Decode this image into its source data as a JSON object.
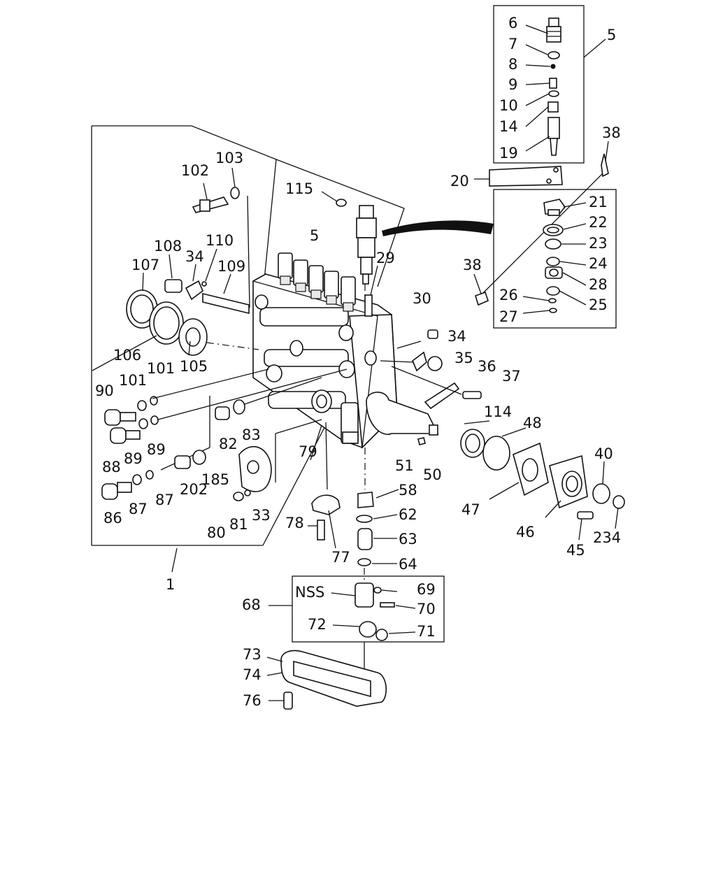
{
  "diagram": {
    "labels": [
      {
        "id": "l6",
        "text": "6"
      },
      {
        "id": "l7",
        "text": "7"
      },
      {
        "id": "l8",
        "text": "8"
      },
      {
        "id": "l9",
        "text": "9"
      },
      {
        "id": "l10",
        "text": "10"
      },
      {
        "id": "l14",
        "text": "14"
      },
      {
        "id": "l19",
        "text": "19"
      },
      {
        "id": "l5a",
        "text": "5"
      },
      {
        "id": "l20",
        "text": "20"
      },
      {
        "id": "l38a",
        "text": "38"
      },
      {
        "id": "l21",
        "text": "21"
      },
      {
        "id": "l22",
        "text": "22"
      },
      {
        "id": "l23",
        "text": "23"
      },
      {
        "id": "l24",
        "text": "24"
      },
      {
        "id": "l28",
        "text": "28"
      },
      {
        "id": "l25",
        "text": "25"
      },
      {
        "id": "l26",
        "text": "26"
      },
      {
        "id": "l27",
        "text": "27"
      },
      {
        "id": "l38b",
        "text": "38"
      },
      {
        "id": "l102",
        "text": "102"
      },
      {
        "id": "l103",
        "text": "103"
      },
      {
        "id": "l115",
        "text": "115"
      },
      {
        "id": "l5b",
        "text": "5"
      },
      {
        "id": "l29",
        "text": "29"
      },
      {
        "id": "l108",
        "text": "108"
      },
      {
        "id": "l34a",
        "text": "34"
      },
      {
        "id": "l110",
        "text": "110"
      },
      {
        "id": "l107",
        "text": "107"
      },
      {
        "id": "l109",
        "text": "109"
      },
      {
        "id": "l30",
        "text": "30"
      },
      {
        "id": "l34b",
        "text": "34"
      },
      {
        "id": "l35",
        "text": "35"
      },
      {
        "id": "l36",
        "text": "36"
      },
      {
        "id": "l37",
        "text": "37"
      },
      {
        "id": "l106",
        "text": "106"
      },
      {
        "id": "l105",
        "text": "105"
      },
      {
        "id": "l101a",
        "text": "101"
      },
      {
        "id": "l101b",
        "text": "101"
      },
      {
        "id": "l90",
        "text": "90"
      },
      {
        "id": "l89a",
        "text": "89"
      },
      {
        "id": "l88",
        "text": "88"
      },
      {
        "id": "l89b",
        "text": "89"
      },
      {
        "id": "l82",
        "text": "82"
      },
      {
        "id": "l83",
        "text": "83"
      },
      {
        "id": "l79",
        "text": "79"
      },
      {
        "id": "l114",
        "text": "114"
      },
      {
        "id": "l48",
        "text": "48"
      },
      {
        "id": "l51",
        "text": "51"
      },
      {
        "id": "l50",
        "text": "50"
      },
      {
        "id": "l40",
        "text": "40"
      },
      {
        "id": "l185",
        "text": "185"
      },
      {
        "id": "l202",
        "text": "202"
      },
      {
        "id": "l87a",
        "text": "87"
      },
      {
        "id": "l87b",
        "text": "87"
      },
      {
        "id": "l86",
        "text": "86"
      },
      {
        "id": "l58",
        "text": "58"
      },
      {
        "id": "l47",
        "text": "47"
      },
      {
        "id": "l33",
        "text": "33"
      },
      {
        "id": "l81",
        "text": "81"
      },
      {
        "id": "l80",
        "text": "80"
      },
      {
        "id": "l62",
        "text": "62"
      },
      {
        "id": "l78",
        "text": "78"
      },
      {
        "id": "l63",
        "text": "63"
      },
      {
        "id": "l46",
        "text": "46"
      },
      {
        "id": "l234",
        "text": "234"
      },
      {
        "id": "l45",
        "text": "45"
      },
      {
        "id": "l77",
        "text": "77"
      },
      {
        "id": "l64",
        "text": "64"
      },
      {
        "id": "l1",
        "text": "1"
      },
      {
        "id": "lnss",
        "text": "NSS"
      },
      {
        "id": "l69",
        "text": "69"
      },
      {
        "id": "l68",
        "text": "68"
      },
      {
        "id": "l70",
        "text": "70"
      },
      {
        "id": "l72",
        "text": "72"
      },
      {
        "id": "l71",
        "text": "71"
      },
      {
        "id": "l73",
        "text": "73"
      },
      {
        "id": "l74",
        "text": "74"
      },
      {
        "id": "l76",
        "text": "76"
      }
    ]
  }
}
